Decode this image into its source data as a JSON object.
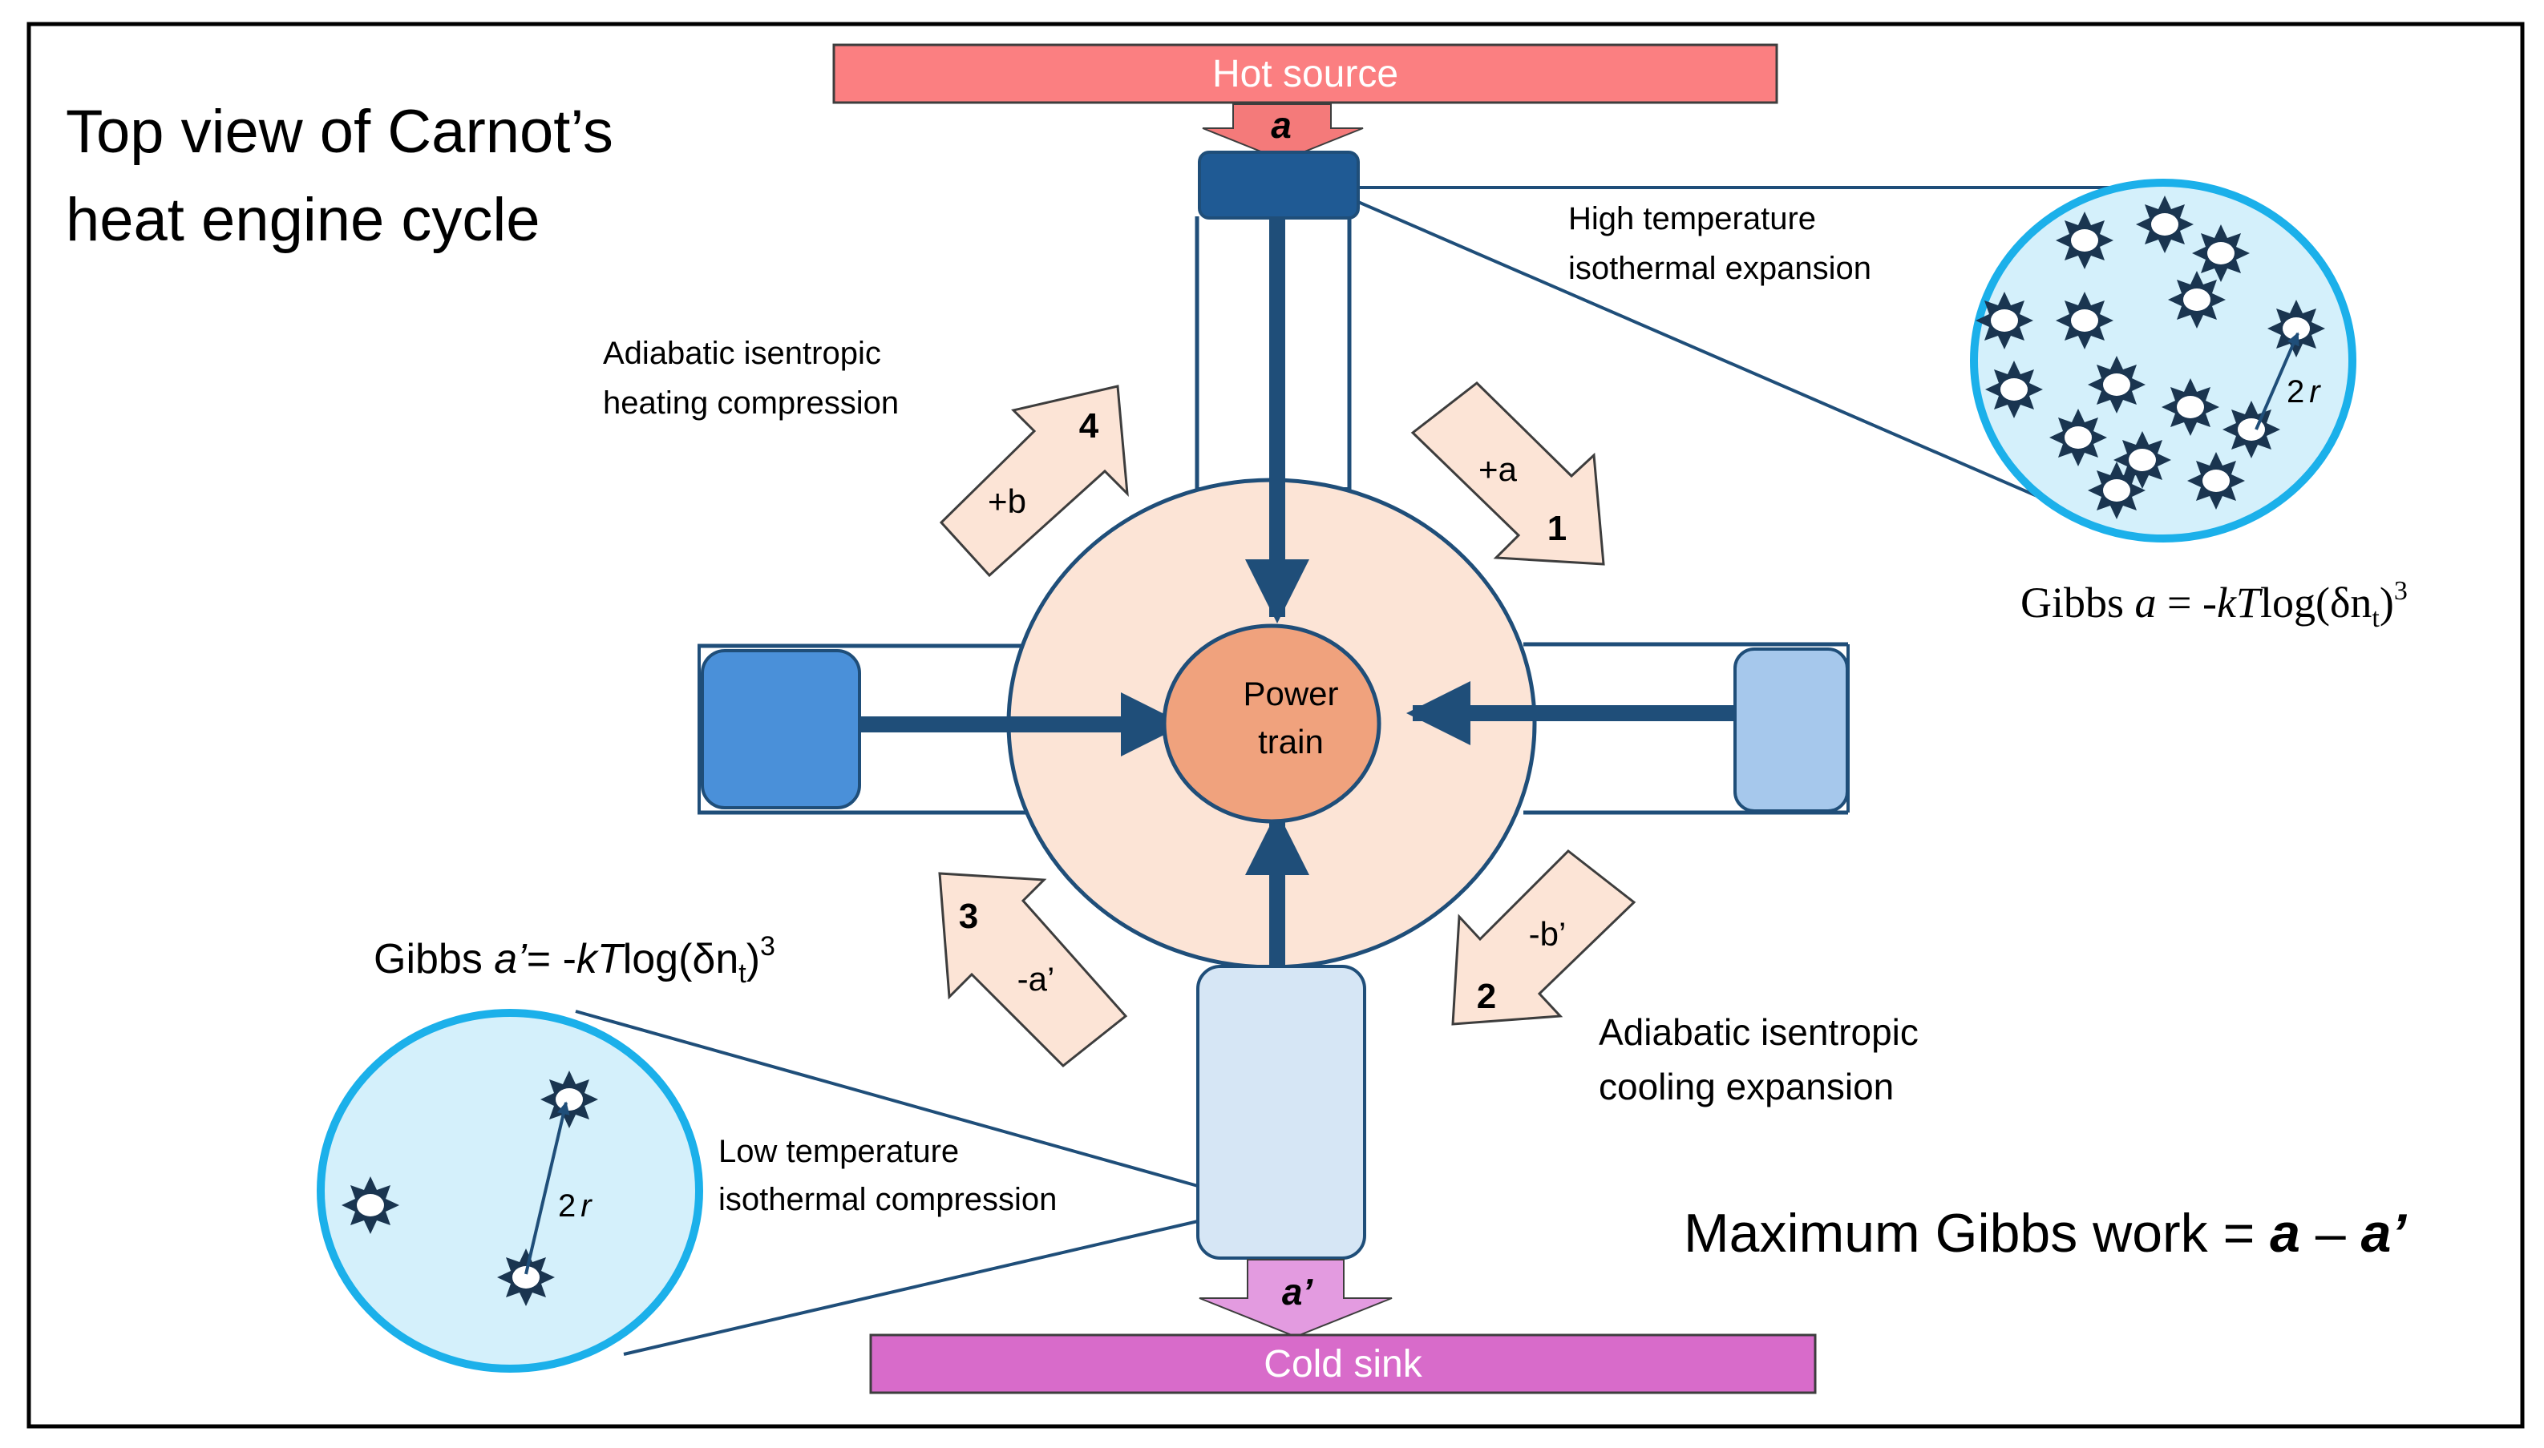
{
  "title": {
    "line1": "Top view of Carnot’s",
    "line2": "heat engine cycle"
  },
  "hot_source": {
    "label": "Hot source",
    "arrow_label": "a"
  },
  "cold_sink": {
    "label": "Cold sink",
    "arrow_label": "a’"
  },
  "power_train": {
    "line1": "Power",
    "line2": "train"
  },
  "stages": {
    "one": {
      "number": "1",
      "change": "+a"
    },
    "two": {
      "number": "2",
      "change": "-b’"
    },
    "three": {
      "number": "3",
      "change": "-a’"
    },
    "four": {
      "number": "4",
      "change": "+b"
    }
  },
  "labels": {
    "hot_iso_line1": "High temperature",
    "hot_iso_line2": "isothermal expansion",
    "adia_heat_line1": "Adiabatic isentropic",
    "adia_heat_line2": "heating compression",
    "adia_cool_line1": "Adiabatic isentropic",
    "adia_cool_line2": "cooling expansion",
    "cold_iso_line1": "Low temperature",
    "cold_iso_line2": "isothermal compression"
  },
  "gibbs_hot": {
    "prefix": "Gibbs ",
    "var": "a",
    "eq": " = -",
    "k": "kT",
    "log": "log(δn",
    "sub": "t",
    "close": ")",
    "sup": "3"
  },
  "gibbs_cold": {
    "prefix": "Gibbs ",
    "var": "a’",
    "eq": "= -",
    "k": "kT",
    "log": "log(δn",
    "sub": "t",
    "close": ")",
    "sup": "3"
  },
  "radius_label": {
    "two": "2",
    "r": "r"
  },
  "max_work": {
    "text": "Maximum Gibbs work = ",
    "a": "a",
    "dash": " – ",
    "a_prime": "a’"
  },
  "colors": {
    "hot_source": "#fb7f81",
    "cold_sink": "#d86bca",
    "hot_arrow": "#f47a7a",
    "cold_arrow": "#e39be0",
    "disc": "#fce4d6",
    "power_train": "#f0a27d",
    "stage_arrow": "#fce4d6",
    "piston_hot": "#1f5a94",
    "piston_left": "#4a90d9",
    "piston_right": "#a6c8ec",
    "piston_bottom": "#d6e6f5",
    "rod": "#1f4e79",
    "bubble_fill": "#d4f0fb",
    "bubble_edge": "#1bb0ea",
    "star": "#1a3550"
  }
}
